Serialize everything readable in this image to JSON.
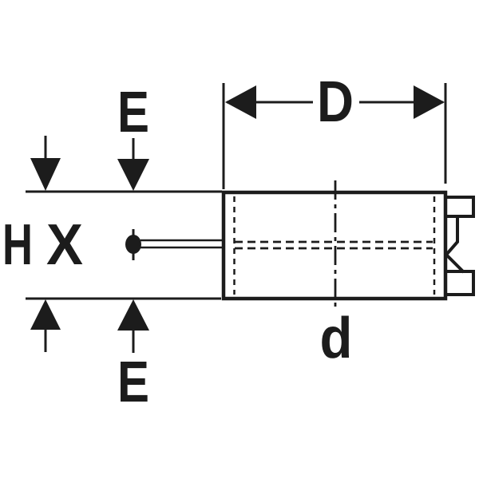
{
  "diagram": {
    "description": "Pipe coupling dimension drawing",
    "colors": {
      "ink": "#1c1c1c",
      "background": "#ffffff"
    },
    "labels": {
      "outer_diameter": "D",
      "insertion_depth_top": "E",
      "insertion_depth_bottom": "E",
      "height": "H",
      "x_dimension": "X",
      "pipe_diameter": "d"
    }
  }
}
